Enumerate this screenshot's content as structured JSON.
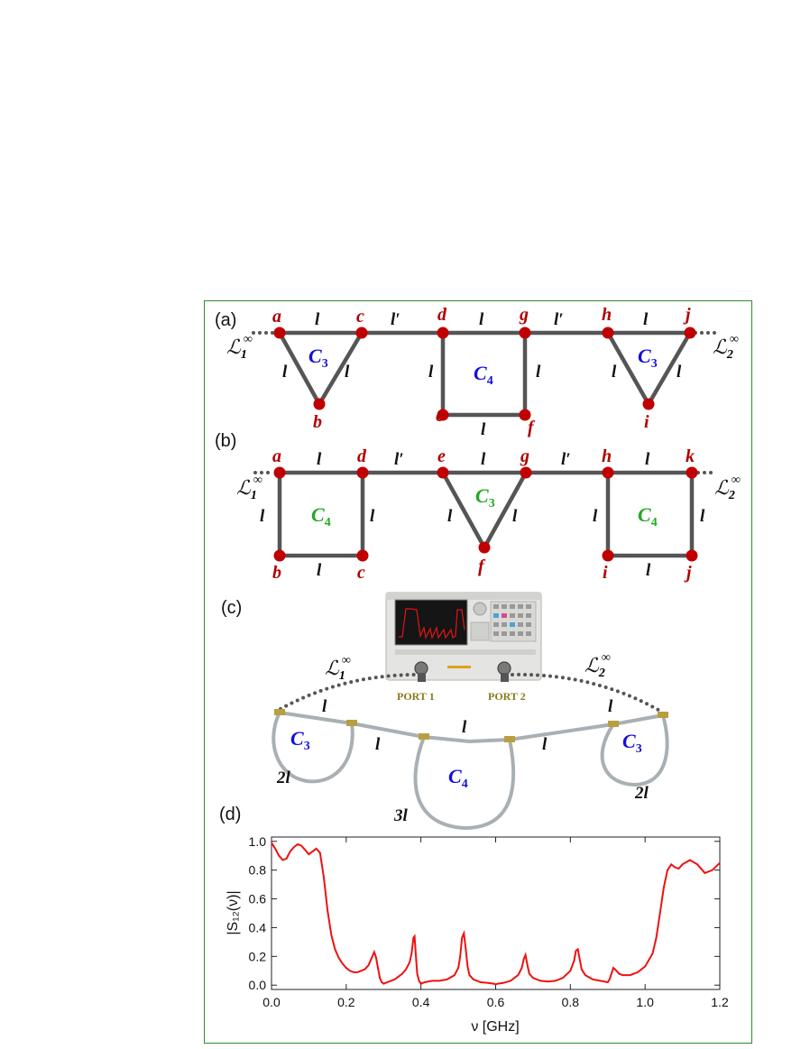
{
  "panels": {
    "a": "(a)",
    "b": "(b)",
    "c": "(c)",
    "d": "(d)"
  },
  "graph_a": {
    "vertices": [
      "a",
      "b",
      "c",
      "d",
      "e",
      "f",
      "g",
      "h",
      "i",
      "j"
    ],
    "edge_l": "l",
    "edge_lprime": "l′",
    "cycle3": "C",
    "cycle3_sub": "3",
    "cycle4": "C",
    "cycle4_sub": "4",
    "lead1": "ℒ",
    "lead1_sub": "1",
    "lead2": "ℒ",
    "lead2_sub": "2",
    "inf": "∞"
  },
  "graph_b": {
    "vertices": [
      "a",
      "b",
      "c",
      "d",
      "e",
      "f",
      "g",
      "h",
      "i",
      "j",
      "k"
    ],
    "edge_l": "l",
    "edge_lprime": "l′",
    "cycle3": "C",
    "cycle3_sub": "3",
    "cycle4": "C",
    "cycle4_sub": "4",
    "lead1": "ℒ",
    "lead1_sub": "1",
    "lead2": "ℒ",
    "lead2_sub": "2",
    "inf": "∞"
  },
  "photo": {
    "port1": "PORT 1",
    "port2": "PORT 2",
    "lead1": "ℒ",
    "lead1_sub": "1",
    "lead2": "ℒ",
    "lead2_sub": "2",
    "inf": "∞",
    "edge_l": "l",
    "loop_2l": "2l",
    "loop_3l": "3l",
    "cycle3": "C",
    "cycle3_sub": "3",
    "cycle4": "C",
    "cycle4_sub": "4"
  },
  "colors": {
    "node": "#c00000",
    "edge": "#555555",
    "cycle_blue": "#1010dd",
    "cycle_green": "#22aa22",
    "curve": "#ee1111",
    "frame": "#2e8b2e"
  },
  "chart_data": {
    "type": "line",
    "xlabel": "ν [GHz]",
    "ylabel": "|S₁₂(ν)|",
    "xlim": [
      0.0,
      1.2
    ],
    "ylim": [
      -0.03,
      1.03
    ],
    "xticks": [
      "0.0",
      "0.2",
      "0.4",
      "0.6",
      "0.8",
      "1.0",
      "1.2"
    ],
    "yticks": [
      "0.0",
      "0.2",
      "0.4",
      "0.6",
      "0.8",
      "1.0"
    ],
    "series": [
      {
        "color": "#ee1111",
        "x": [
          0.0,
          0.01,
          0.02,
          0.03,
          0.04,
          0.05,
          0.06,
          0.07,
          0.08,
          0.09,
          0.1,
          0.11,
          0.12,
          0.13,
          0.14,
          0.15,
          0.16,
          0.17,
          0.18,
          0.19,
          0.2,
          0.21,
          0.22,
          0.23,
          0.24,
          0.25,
          0.26,
          0.27,
          0.275,
          0.28,
          0.285,
          0.29,
          0.295,
          0.3,
          0.31,
          0.32,
          0.33,
          0.34,
          0.35,
          0.36,
          0.37,
          0.375,
          0.38,
          0.383,
          0.386,
          0.39,
          0.395,
          0.4,
          0.41,
          0.43,
          0.45,
          0.47,
          0.49,
          0.5,
          0.505,
          0.51,
          0.515,
          0.52,
          0.525,
          0.53,
          0.54,
          0.56,
          0.58,
          0.595,
          0.6,
          0.605,
          0.62,
          0.64,
          0.66,
          0.67,
          0.675,
          0.68,
          0.685,
          0.69,
          0.7,
          0.72,
          0.74,
          0.76,
          0.78,
          0.8,
          0.81,
          0.815,
          0.82,
          0.825,
          0.83,
          0.84,
          0.86,
          0.88,
          0.9,
          0.905,
          0.91,
          0.915,
          0.92,
          0.93,
          0.94,
          0.96,
          0.98,
          1.0,
          1.02,
          1.03,
          1.04,
          1.05,
          1.06,
          1.07,
          1.08,
          1.09,
          1.1,
          1.12,
          1.14,
          1.16,
          1.18,
          1.2
        ],
        "y": [
          0.99,
          0.95,
          0.9,
          0.87,
          0.88,
          0.93,
          0.96,
          0.98,
          0.97,
          0.94,
          0.91,
          0.93,
          0.95,
          0.92,
          0.75,
          0.52,
          0.35,
          0.25,
          0.19,
          0.15,
          0.12,
          0.1,
          0.09,
          0.09,
          0.1,
          0.11,
          0.14,
          0.2,
          0.23,
          0.19,
          0.12,
          0.05,
          0.02,
          0.01,
          0.02,
          0.03,
          0.04,
          0.06,
          0.08,
          0.11,
          0.16,
          0.22,
          0.33,
          0.34,
          0.22,
          0.08,
          0.03,
          0.01,
          0.02,
          0.03,
          0.03,
          0.04,
          0.07,
          0.12,
          0.2,
          0.33,
          0.36,
          0.25,
          0.13,
          0.07,
          0.04,
          0.02,
          0.015,
          0.01,
          0.005,
          0.01,
          0.015,
          0.03,
          0.07,
          0.12,
          0.18,
          0.21,
          0.14,
          0.08,
          0.05,
          0.03,
          0.025,
          0.03,
          0.05,
          0.1,
          0.17,
          0.24,
          0.25,
          0.18,
          0.11,
          0.07,
          0.04,
          0.03,
          0.02,
          0.04,
          0.08,
          0.12,
          0.11,
          0.08,
          0.07,
          0.07,
          0.09,
          0.13,
          0.22,
          0.33,
          0.5,
          0.68,
          0.8,
          0.84,
          0.82,
          0.81,
          0.84,
          0.87,
          0.84,
          0.78,
          0.8,
          0.85
        ]
      }
    ]
  }
}
